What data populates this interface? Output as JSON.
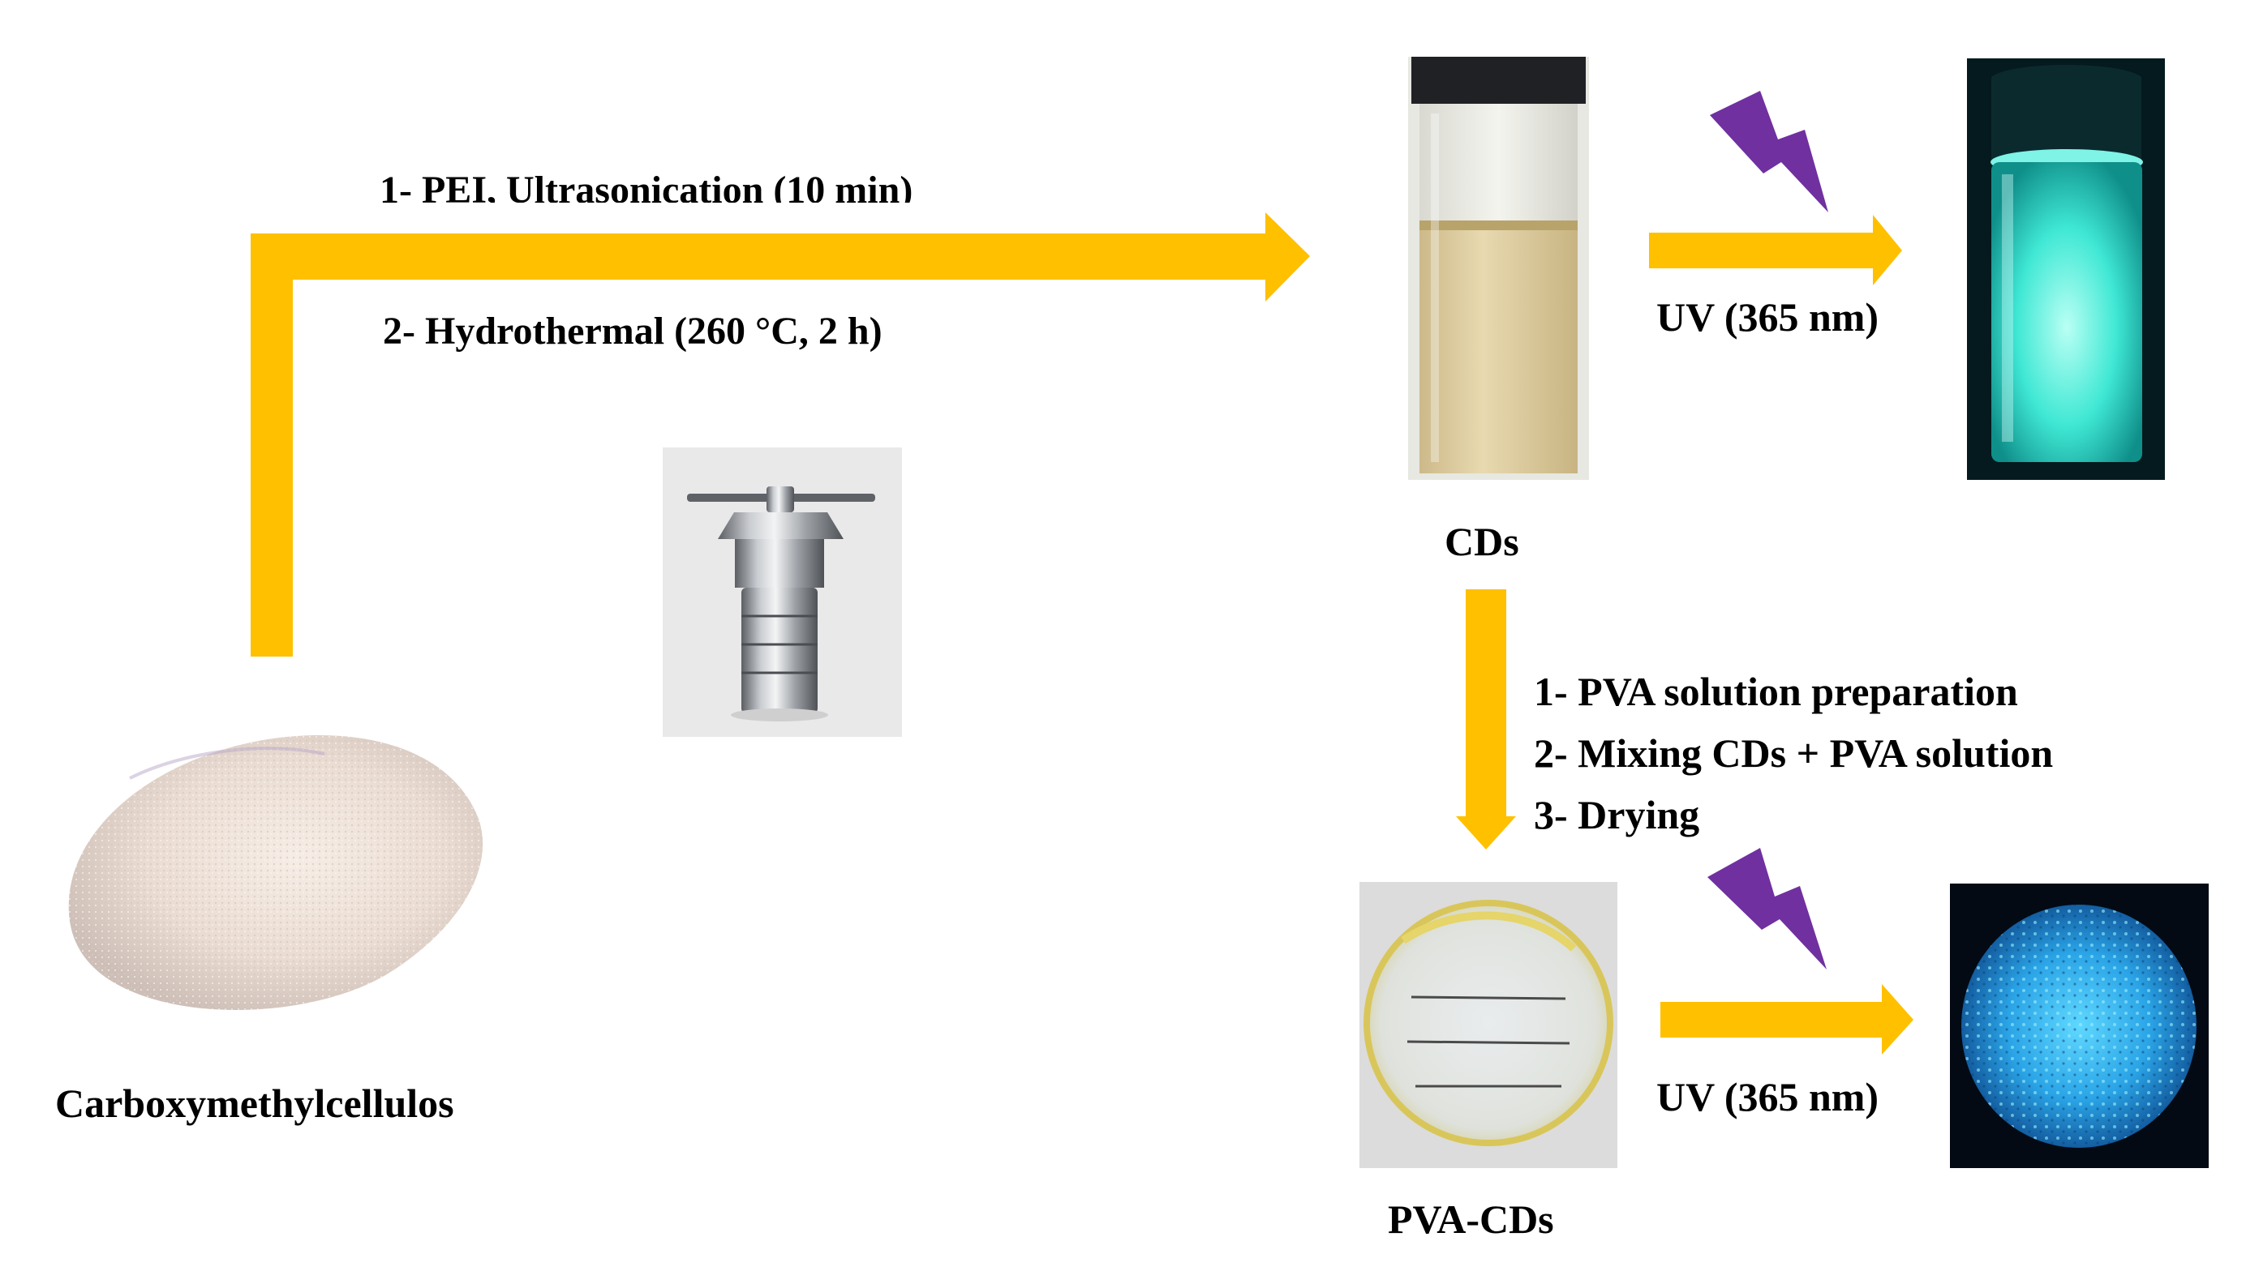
{
  "colors": {
    "arrow": "#FFC000",
    "bolt": "#7030A0",
    "text": "#000000",
    "background": "#FFFFFF"
  },
  "labels": {
    "step1_top": "1- PEI, Ultrasonication (10 min)",
    "step2_top": "2- Hydrothermal (260 °C, 2 h)",
    "start_material": "Carboxymethylcellulos",
    "cds": "CDs",
    "uv_top": "UV (365 nm)",
    "uv_bottom": "UV (365 nm)",
    "pva_cds": "PVA-CDs",
    "film_steps": [
      "1- PVA solution preparation",
      "2- Mixing CDs + PVA solution",
      "3- Drying"
    ]
  },
  "images": {
    "powder": "white-powder-pile",
    "autoclave": "hydrothermal-autoclave",
    "vial": "cds-vial-daylight",
    "vial_uv": "cds-vial-uv-glow",
    "film": "pva-cds-film-daylight",
    "film_uv": "pva-cds-film-uv-glow"
  }
}
